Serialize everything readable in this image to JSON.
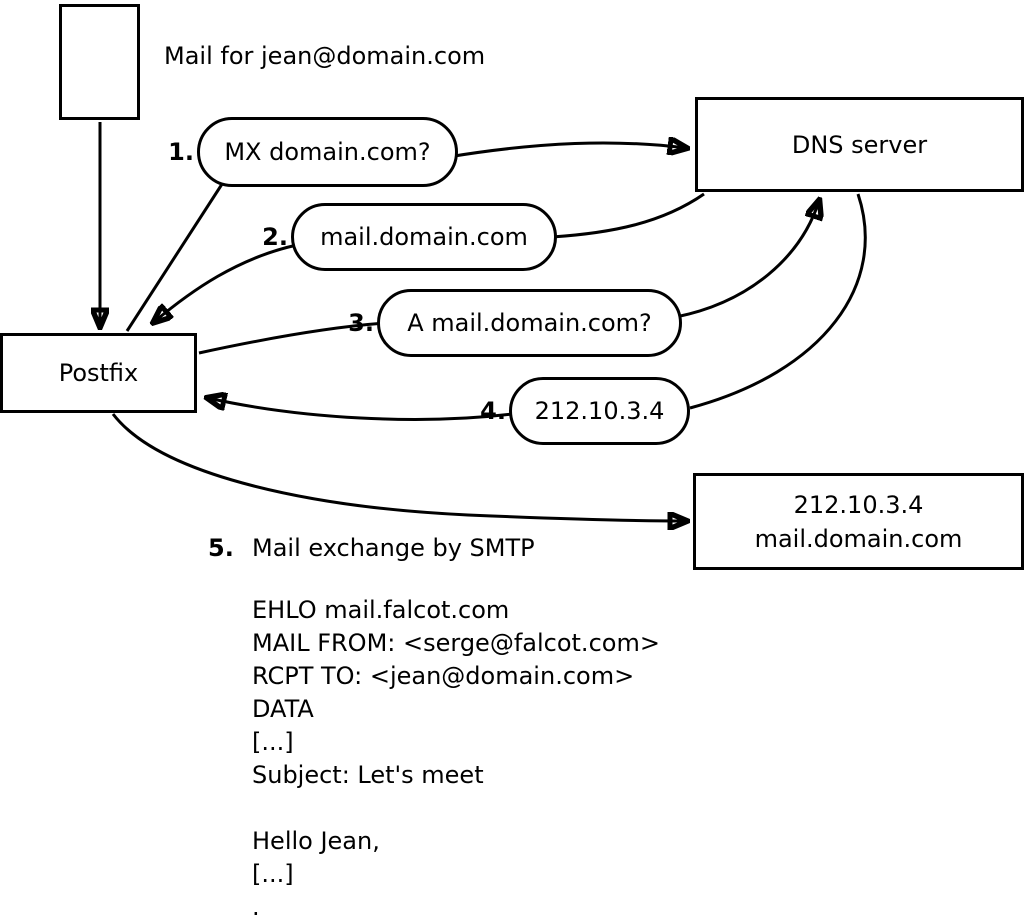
{
  "diagram": {
    "mail_label": "Mail for jean@domain.com",
    "nodes": {
      "postfix": {
        "label": "Postfix"
      },
      "dns": {
        "label": "DNS server"
      },
      "mailserver": {
        "ip": "212.10.3.4",
        "hostname": "mail.domain.com"
      }
    },
    "steps": [
      {
        "num": "1.",
        "label": "MX domain.com?"
      },
      {
        "num": "2.",
        "label": "mail.domain.com"
      },
      {
        "num": "3.",
        "label": "A mail.domain.com?"
      },
      {
        "num": "4.",
        "label": "212.10.3.4"
      }
    ],
    "step5": {
      "num": "5.",
      "label": "Mail exchange by SMTP"
    },
    "transcript": [
      "EHLO mail.falcot.com",
      "MAIL FROM: <serge@falcot.com>",
      "RCPT TO: <jean@domain.com>",
      "DATA",
      "[...]",
      "Subject: Let's meet",
      "",
      "Hello Jean,",
      "[...]",
      "."
    ],
    "colors": {
      "ink": "#000000",
      "paper": "#ffffff"
    }
  }
}
